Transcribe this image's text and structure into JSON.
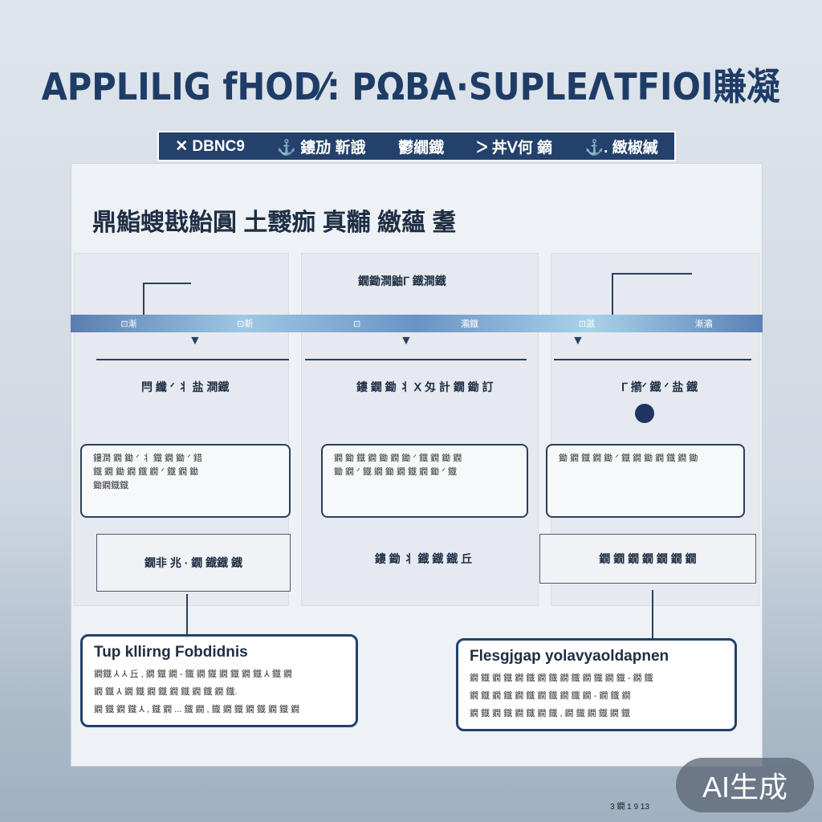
{
  "title": "APPLILIG fHOD⁄: PΩBA·SUPLEΛTFIOI賺凝",
  "banner": [
    "✕ DBNC9",
    "⚓ 鏤劢 靳誐",
    "鬱繝鐡",
    "ᐳ 丼Ⅴ何 鏑",
    "⚓. 緻椒緘"
  ],
  "subtitle": "鼎鮨螋戡鮐圓 土靉痂 真黼 繳蘊 耋",
  "bar_labels": [
    "⊡漸",
    "⊡靳",
    "⊡",
    "灞鐡",
    "⊡滋",
    "漸灞"
  ],
  "top_labels": [
    "鐗鋤澗鼬ᒥ 鐡澗鐡"
  ],
  "mid_labels": [
    "閂 纖 ᐟ 丬 盐 澗鐡",
    "鏤 鐗 鋤 丬 Ⅹ 匁 計 鐗 鋤 訂",
    "ᒥ 擶ᐟ 鐡 ᐟ 盐 鐡"
  ],
  "boxes": [
    [
      "鏤澗 鐗 鋤 ᐟ 丬 鐡 鐗 鋤 ᐟ 錯",
      "鐡 鐗 鋤 鐗 鐡 鐗 ᐟ 鐡 鐗 鋤",
      "鋤鐗鐡鐡"
    ],
    [
      "鐗 鋤 鐡 鐗 鋤 鐗 鋤 ᐟ 鐡 鐗 鋤 鐗",
      "鋤 鐗 ᐟ 鐡 鐗 鋤 鐗 鐡 鐗 鋤 ᐟ 鐡"
    ],
    [
      "鋤 鐗 鐡 鐗 鋤 ᐟ 鐡 鐗 鋤 鐗 鐡 鐗 鋤"
    ]
  ],
  "rects": [
    "鐗非 兆 · 鐗 鐡鐡 鐡",
    "鏤 鋤 丬 鐡 鐡 鐡 丘",
    "鐗 鐗 鐗 鐗 鐗 鐗 鐗"
  ],
  "big_boxes": [
    {
      "title": "Tup kllirng Fobdidnis",
      "lines": [
        "鐗鐡 ⅄ ⅄ 丘 , 鐗 鐡 鐗 - 鐡 鐗 鐡 鐗 鐡 鐗 鐡 ⅄ 鐡 鐗",
        "鐗 鐡 ⅄ 鐗 鐡 鐗 鐡 鐗 鐡 鐗 鐡 鐗 鐡.",
        "鐗 鐡 鐗 鐡 ⅄ , 鐡 鐗 ... 鐡 鐗 , 鐡 鐗 鐡 鐗 鐡 鐗 鐡 鐗"
      ]
    },
    {
      "title": "Flesgjgap yolavyaoldapnen",
      "lines": [
        "鐗 鐡 鐗 鐡 鐗 鐡 鐗 鐡 鐗 鐡 鐗 鐡 鐗 鐡 - 鐗 鐡",
        "鐗 鐡 鐗 鐡 鐗 鐡 鐗 鐡 鐗 鐡 鐗 - 鐗 鐡 鐗",
        "鐗 鐡 鐗 鐡 鐗 鐡 鐗 鐡 , 鐗 鐡 鐗 鐡 鐗 鐡"
      ]
    }
  ],
  "watermark": "AI生成",
  "footer": "3 鐗 1 9 13 ",
  "colors": {
    "navy": "#23416b",
    "text": "#1f2e44",
    "background": "#d6dee7"
  }
}
